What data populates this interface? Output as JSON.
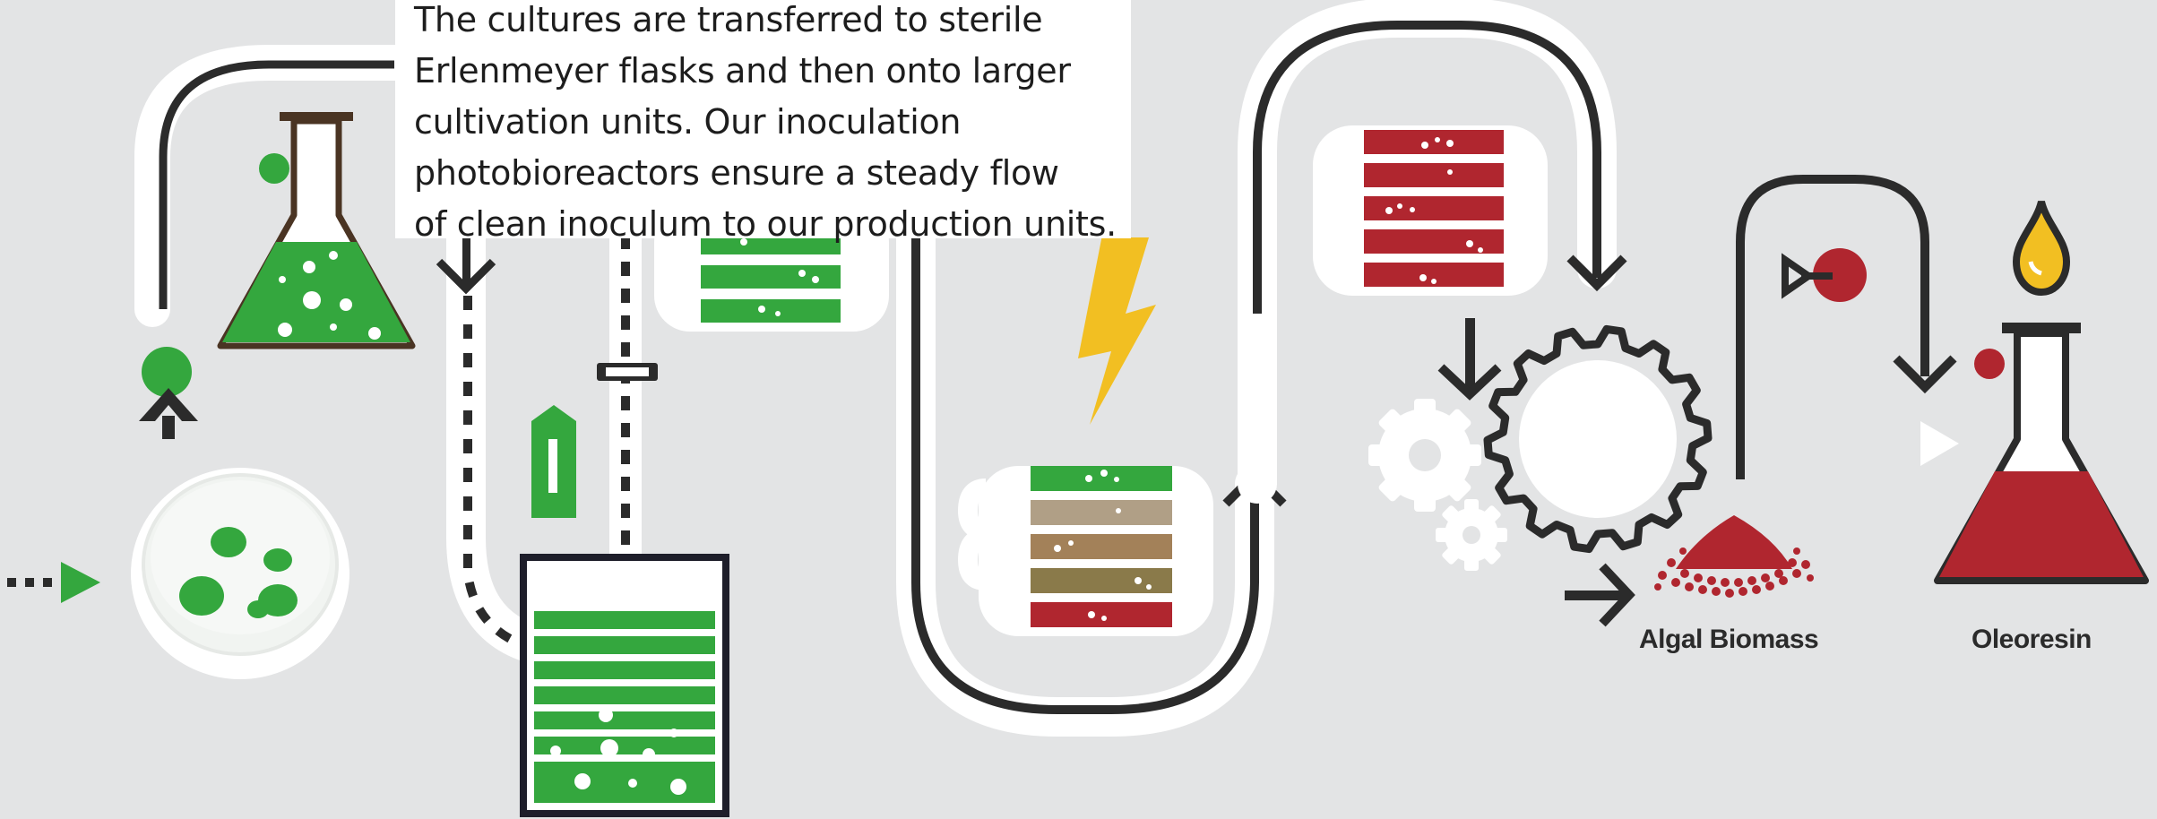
{
  "tooltip": {
    "lines": [
      "The cultures are transferred to sterile",
      "Erlenmeyer flasks and then onto larger",
      "cultivation units. Our inoculation",
      "photobioreactors ensure a steady flow",
      "of clean inoculum to our production units."
    ]
  },
  "labels": {
    "algal_biomass": "Algal Biomass",
    "oleoresin": "Oleoresin"
  },
  "colors": {
    "background": "#e3e4e5",
    "green": "#34a73e",
    "red": "#b0262f",
    "dark": "#2b2b2b",
    "yellow": "#f2bf22",
    "tan": "#b09f86",
    "brown": "#a38159",
    "olive": "#8a7a4a"
  },
  "icons": [
    "petri-dish-icon",
    "erlenmeyer-flask-icon",
    "photobioreactor-icon",
    "lightning-icon",
    "gear-icon",
    "biomass-pile-icon",
    "oil-drop-icon"
  ]
}
